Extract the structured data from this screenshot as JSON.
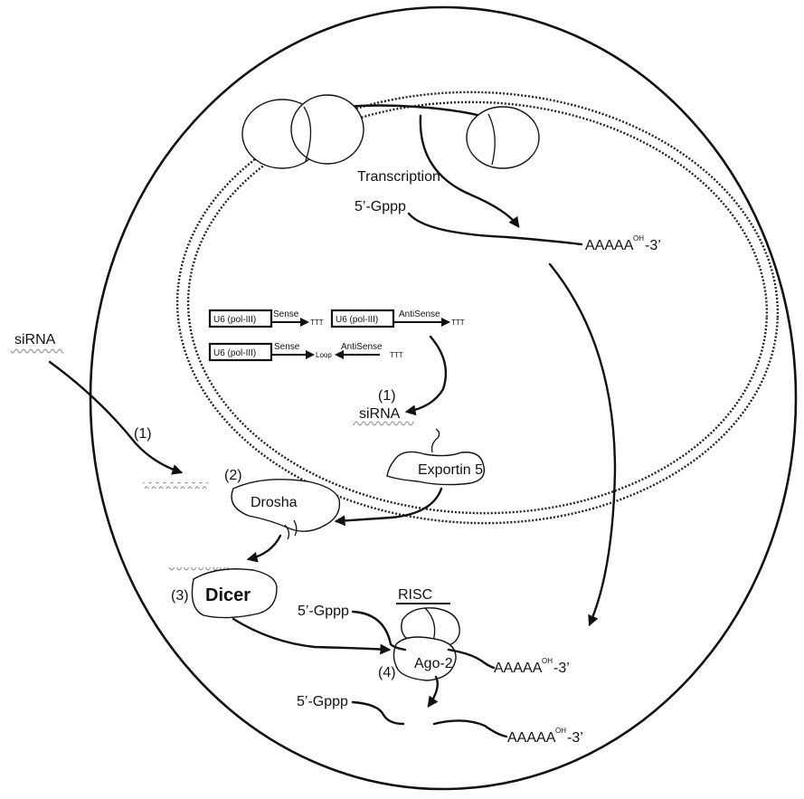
{
  "labels": {
    "transcription": "Transcription",
    "cap_5prime": "5’-Gppp",
    "polyA_main": "AAAAA",
    "oh": "OH",
    "end_3prime": "-3’",
    "sirna": "siRNA",
    "step1": "(1)",
    "step2": "(2)",
    "step3": "(3)",
    "step4": "(4)",
    "exportin": "Exportin 5",
    "drosha": "Drosha",
    "dicer": "Dicer",
    "risc": "RISC",
    "ago2": "Ago-2",
    "cap_risc": "5’-Gppp",
    "cap_cleaved": "5’-Gppp",
    "polyA_risc": "AAAAA",
    "polyA_cleaved": "AAAAA"
  },
  "constructs": {
    "promoter": "U6 (pol-III)",
    "sense": "Sense",
    "antisense": "AntiSense",
    "ttt": "TTT",
    "loop": "Loop"
  }
}
